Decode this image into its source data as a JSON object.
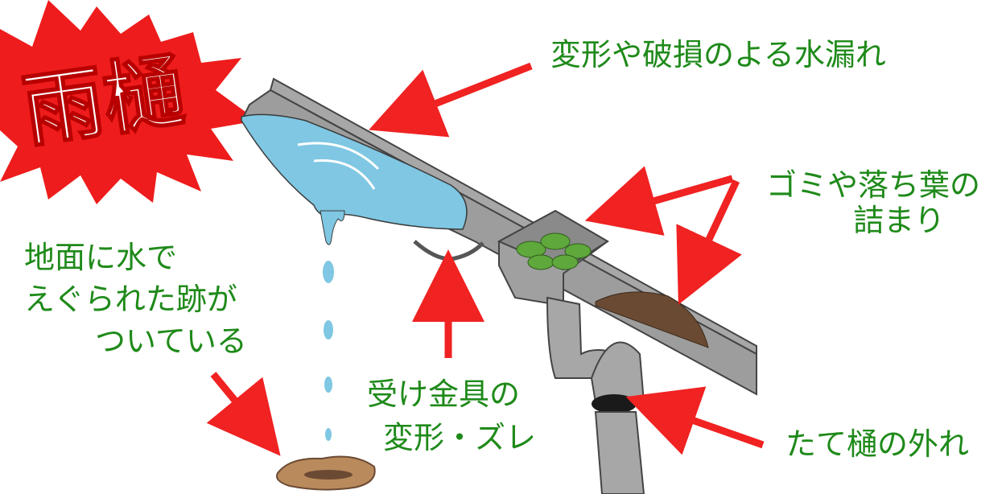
{
  "title": "雨樋",
  "labels": {
    "leak": "変形や破損のよる水漏れ",
    "clog_line1": "ゴミや落ち葉の",
    "clog_line2": "詰まり",
    "ground_line1": "地面に水で",
    "ground_line2": "えぐられた跡が",
    "ground_line3": "ついている",
    "bracket_line1": "受け金具の",
    "bracket_line2": "変形・ズレ",
    "downpipe": "たて樋の外れ"
  },
  "colors": {
    "label_text": "#1f8a1a",
    "arrow": "#f02222",
    "burst": "#ee1c1c",
    "gutter_gray": "#9a9a9a",
    "water": "#7fc7e3",
    "leaves": "#5fa83c",
    "debris": "#6b4a33",
    "mud": "#b98a5c"
  }
}
